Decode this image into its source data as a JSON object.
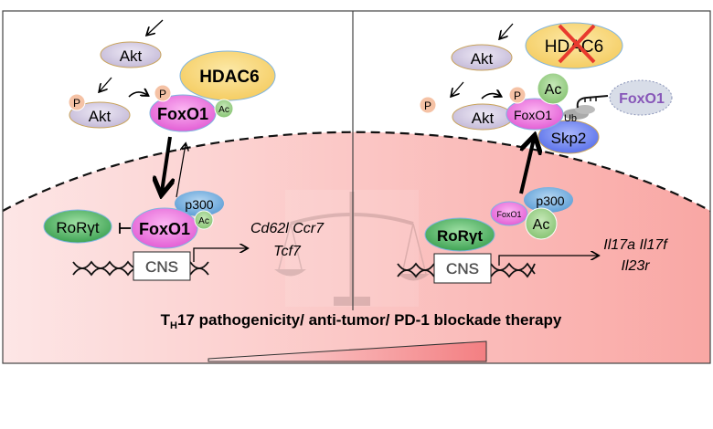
{
  "left": {
    "akt": "Akt",
    "p_akt": "Akt",
    "phospho": "P",
    "hdac6": "HDAC6",
    "foxo1_cyto": "FoxO1",
    "ac": "Ac",
    "p300": "p300",
    "foxo1_nuc": "FoxO1",
    "rorgt": "RoRγt",
    "cns": "CNS",
    "genes_line1": "Cd62l Ccr7",
    "genes_line2": "Tcf7"
  },
  "right": {
    "akt": "Akt",
    "p_akt": "Akt",
    "phospho": "P",
    "hdac6": "HDAC6",
    "foxo1_cyto": "FoxO1",
    "ac": "Ac",
    "ub": "Ub",
    "skp2": "Skp2",
    "foxo1_degraded": "FoxO1",
    "foxo1_nuc": "FoxO1",
    "p300": "p300",
    "ac_nuc": "Ac",
    "rorgt": "RoRγt",
    "cns": "CNS",
    "genes_line1": "Il17a Il17f",
    "genes_line2": "Il23r"
  },
  "caption": {
    "t": "T",
    "h": "H",
    "rest": "17 pathogenicity/ anti-tumor/ PD-1 blockade therapy"
  },
  "colors": {
    "akt": "#d6cfe4",
    "hdac6": "#f7d97a",
    "foxo1": "#f07ee0",
    "ac": "#9fd08d",
    "p300": "#7fb4e0",
    "rorgt": "#5cb86a",
    "skp2": "#6f86f0",
    "phospho": "#f5c2a5",
    "nucleus_light": "#fde3e3",
    "nucleus_dark": "#f9a5a3",
    "inhibit_x": "#e83a2e"
  }
}
